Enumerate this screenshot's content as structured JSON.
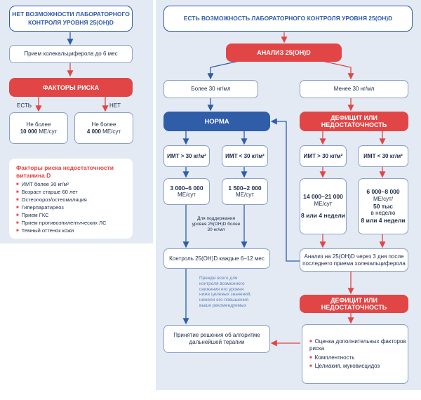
{
  "colors": {
    "red": "#e24545",
    "blue": "#2f5da8",
    "panel": "#e3eaf4"
  },
  "left": {
    "header": "НЕТ ВОЗМОЖНОСТИ ЛАБОРАТОРНОГО КОНТРОЛЯ УРОВНЯ 25(ОН)D",
    "intake": "Прием холекальциферола до 6 мес",
    "risk_factors_button": "ФАКТОРЫ РИСКА",
    "yes_label": "ЕСТЬ",
    "no_label": "НЕТ",
    "yes_box": {
      "line1": "Не более",
      "value": "10 000",
      "unit": " МЕ/сут"
    },
    "no_box": {
      "line1": "Не более",
      "value": "4 000",
      "unit": " МЕ/сут"
    },
    "risk_list": {
      "title": "Факторы риска недостаточности витамина D",
      "items": [
        "ИМТ более 30 кг/м²",
        "Возраст старше 60 лет",
        "Остеопороз/остеомаляция",
        "Гиперпаратиреоз",
        "Прием ГКС",
        "Прием противоэпилептических ЛС",
        "Темный оттенок кожи"
      ]
    }
  },
  "right": {
    "header": "ЕСТЬ ВОЗМОЖНОСТЬ ЛАБОРАТОРНОГО КОНТРОЛЯ УРОВНЯ 25(ОН)D",
    "analysis": "АНАЛИЗ 25(ОН)D",
    "above30": "Более 30 нг/мл",
    "below30": "Менее 30 нг/мл",
    "norm": "НОРМА",
    "deficit": "ДЕФИЦИТ ИЛИ НЕДОСТАТОЧНОСТЬ",
    "bmi_hi": "ИМТ > 30 кг/м²",
    "bmi_lo": "ИМТ < 30 кг/м²",
    "norm_hi_dose": {
      "value": "3 000–6 000",
      "unit": "МЕ/сут"
    },
    "norm_lo_dose": {
      "value": "1 500–2 000",
      "unit": "МЕ/сут"
    },
    "maintain_note": "Для поддержания уровня 25(ОН)D более 30 нг/мл",
    "def_hi_dose": {
      "value": "14 000–21 000",
      "unit": "МЕ/сут",
      "duration": "8 или 4 недели"
    },
    "def_lo_dose": {
      "value": "6 000–8 000",
      "unit": "МЕ/сут/",
      "alt": "50 тыс",
      "alt_unit": "в неделю",
      "duration": "8 или 4 недели"
    },
    "control": "Контроль 25(ОН)D каждые 6–12 мес",
    "repeat_analysis": "Анализ на 25(ОН)D через 3 дня после последнего приема холекальциферола",
    "deficit2": "ДЕФИЦИТ ИЛИ НЕДОСТАТОЧНОСТЬ",
    "assess_note": "Прежде всего для контроля возможного снижения его уровня ниже целевых значений, нежели его повышения выше рекомендуемых",
    "decision": "Принятие решения об алгоритме дальнейшей терапии",
    "outcome_items": [
      "Оценка дополнительных факторов риска",
      "Комплентность",
      "Целиакия, муковисцидоз"
    ]
  }
}
